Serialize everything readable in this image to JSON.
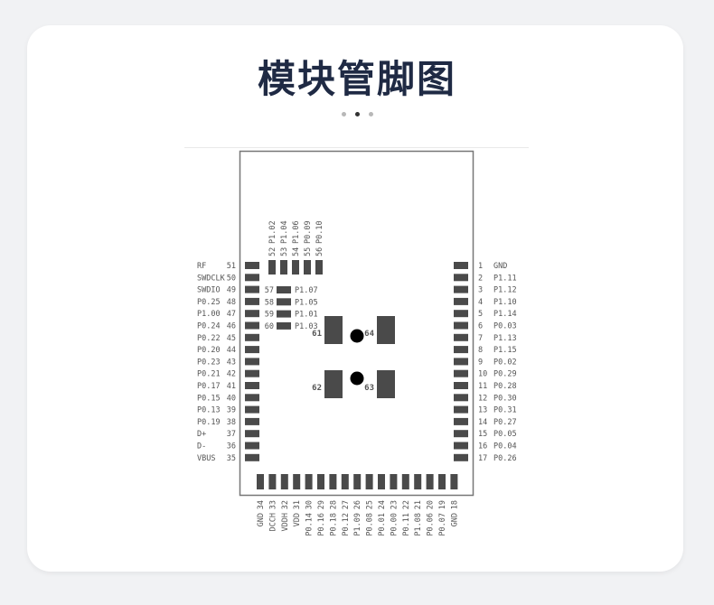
{
  "page": {
    "title": "模块管脚图",
    "pager_dots": [
      {
        "active": false
      },
      {
        "active": true
      },
      {
        "active": false
      }
    ]
  },
  "colors": {
    "title": "#1f2a44",
    "pad": "#4a4a4a",
    "outline": "#777777",
    "text": "#555555",
    "dot_active": "#333333",
    "dot_inactive": "#b8b8b8",
    "divider": "#e9e9e9",
    "ground_dot": "#000000"
  },
  "diagram": {
    "left_pins": [
      {
        "num": "51",
        "name": "RF"
      },
      {
        "num": "50",
        "name": "SWDCLK"
      },
      {
        "num": "49",
        "name": "SWDIO"
      },
      {
        "num": "48",
        "name": "P0.25"
      },
      {
        "num": "47",
        "name": "P1.00"
      },
      {
        "num": "46",
        "name": "P0.24"
      },
      {
        "num": "45",
        "name": "P0.22"
      },
      {
        "num": "44",
        "name": "P0.20"
      },
      {
        "num": "43",
        "name": "P0.23"
      },
      {
        "num": "42",
        "name": "P0.21"
      },
      {
        "num": "41",
        "name": "P0.17"
      },
      {
        "num": "40",
        "name": "P0.15"
      },
      {
        "num": "39",
        "name": "P0.13"
      },
      {
        "num": "38",
        "name": "P0.19"
      },
      {
        "num": "37",
        "name": "D+"
      },
      {
        "num": "36",
        "name": "D-"
      },
      {
        "num": "35",
        "name": "VBUS"
      }
    ],
    "right_pins": [
      {
        "num": "1",
        "name": "GND"
      },
      {
        "num": "2",
        "name": "P1.11"
      },
      {
        "num": "3",
        "name": "P1.12"
      },
      {
        "num": "4",
        "name": "P1.10"
      },
      {
        "num": "5",
        "name": "P1.14"
      },
      {
        "num": "6",
        "name": "P0.03"
      },
      {
        "num": "7",
        "name": "P1.13"
      },
      {
        "num": "8",
        "name": "P1.15"
      },
      {
        "num": "9",
        "name": "P0.02"
      },
      {
        "num": "10",
        "name": "P0.29"
      },
      {
        "num": "11",
        "name": "P0.28"
      },
      {
        "num": "12",
        "name": "P0.30"
      },
      {
        "num": "13",
        "name": "P0.31"
      },
      {
        "num": "14",
        "name": "P0.27"
      },
      {
        "num": "15",
        "name": "P0.05"
      },
      {
        "num": "16",
        "name": "P0.04"
      },
      {
        "num": "17",
        "name": "P0.26"
      }
    ],
    "bottom_pins": [
      {
        "num": "34",
        "name": "GND"
      },
      {
        "num": "33",
        "name": "DCCH"
      },
      {
        "num": "32",
        "name": "VDDH"
      },
      {
        "num": "31",
        "name": "VDD"
      },
      {
        "num": "30",
        "name": "P0.14"
      },
      {
        "num": "29",
        "name": "P0.16"
      },
      {
        "num": "28",
        "name": "P0.18"
      },
      {
        "num": "27",
        "name": "P0.12"
      },
      {
        "num": "26",
        "name": "P1.09"
      },
      {
        "num": "25",
        "name": "P0.08"
      },
      {
        "num": "24",
        "name": "P0.01"
      },
      {
        "num": "23",
        "name": "P0.00"
      },
      {
        "num": "22",
        "name": "P0.11"
      },
      {
        "num": "21",
        "name": "P1.08"
      },
      {
        "num": "20",
        "name": "P0.06"
      },
      {
        "num": "19",
        "name": "P0.07"
      },
      {
        "num": "18",
        "name": "GND"
      }
    ],
    "top_inner_pins": [
      {
        "num": "52",
        "name": "P1.02"
      },
      {
        "num": "53",
        "name": "P1.04"
      },
      {
        "num": "54",
        "name": "P1.06"
      },
      {
        "num": "55",
        "name": "P0.09"
      },
      {
        "num": "56",
        "name": "P0.10"
      }
    ],
    "left_inner_pins": [
      {
        "num": "57",
        "name": "P1.07"
      },
      {
        "num": "58",
        "name": "P1.05"
      },
      {
        "num": "59",
        "name": "P1.01"
      },
      {
        "num": "60",
        "name": "P1.03"
      }
    ],
    "center_pads": [
      {
        "num": "61"
      },
      {
        "num": "64"
      },
      {
        "num": "62"
      },
      {
        "num": "63"
      }
    ]
  }
}
